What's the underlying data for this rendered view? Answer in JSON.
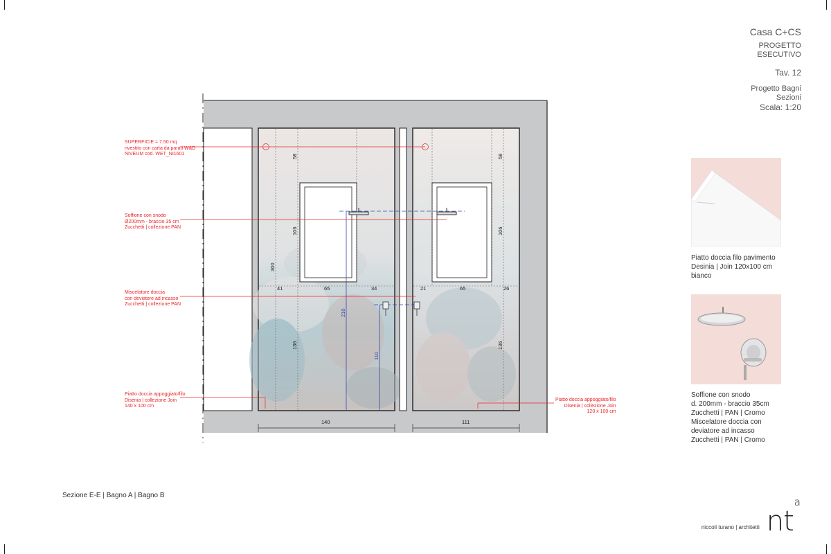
{
  "title_block": {
    "project": "Casa C+CS",
    "phase_line1": "PROGETTO",
    "phase_line2": "ESECUTIVO",
    "sheet": "Tav. 12",
    "subject_line1": "Progetto Bagni",
    "subject_line2": "Sezioni",
    "scale": "Scala: 1:20"
  },
  "annotations": {
    "surface": [
      "SUPERFICIE = 7.50 mq",
      "rivestito con carta da parati W&D",
      "NIVEUM cod. WET_NI1601"
    ],
    "shower_head": [
      "Soffione con snodo",
      "Ø200mm - braccio 35 cm",
      "Zucchetti | collezione PAN"
    ],
    "mixer": [
      "Miscelatore doccia",
      "con deviatore ad incasso",
      "Zucchetti | collezione PAN"
    ],
    "tray_left": [
      "Piatto doccia appoggiato/filo",
      "Disenia | collezione Join",
      "140 x 100 cm"
    ],
    "tray_right": [
      "Piatto doccia appoggiato/filo",
      "Disenia | collezione Join",
      "120 x 100 cm"
    ]
  },
  "dimensions": {
    "left": {
      "top": "58",
      "window": "106",
      "bottom": "136",
      "height_total": "300",
      "left_gap": "41",
      "window_width": "65",
      "right_gap": "34",
      "mixer_height": "210",
      "mixer_height2": "110",
      "width": "140"
    },
    "right": {
      "top": "58",
      "window": "106",
      "bottom": "136",
      "left_gap": "21",
      "window_width": "65",
      "right_gap": "26",
      "width": "111"
    }
  },
  "products": [
    {
      "lines": [
        "Piatto doccia filo pavimento",
        "Desinia | Join 120x100 cm",
        "bianco"
      ]
    },
    {
      "lines": [
        "Soffione con snodo",
        "d. 200mm - braccio 35cm",
        "Zucchetti | PAN | Cromo",
        "Miscelatore doccia con",
        "deviatore ad incasso",
        "Zucchetti | PAN | Cromo"
      ]
    }
  ],
  "section_label": "Sezione E-E  |  Bagno A  |  Bagno B",
  "logo": {
    "text": "niccoli turano | architetti",
    "mark": "nt",
    "sup": "a"
  },
  "colors": {
    "annotation": "#e8262a",
    "wall": "#c8c9cb",
    "dimension_blue": "#3344aa",
    "product_bg": "#f4dcd8"
  }
}
